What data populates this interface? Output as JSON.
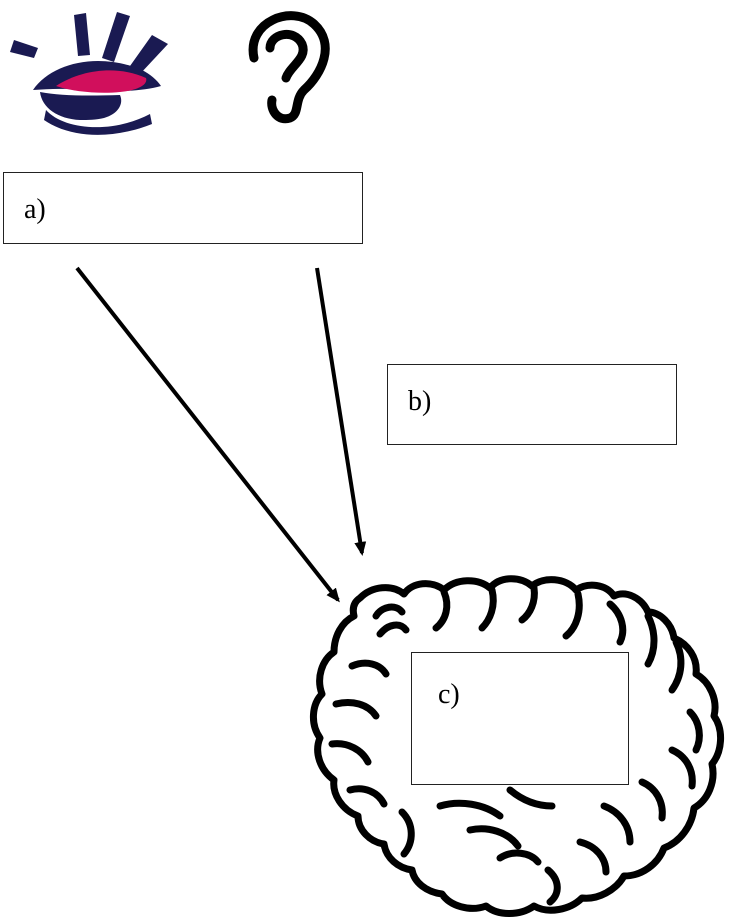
{
  "icons": {
    "eye": "eye-icon",
    "ear": "ear-icon",
    "brain": "brain-icon"
  },
  "colors": {
    "eye_dark": "#1a1a52",
    "eye_lid": "#d10f5c",
    "stroke": "#000000"
  },
  "boxes": {
    "a": {
      "label": "a)"
    },
    "b": {
      "label": "b)"
    },
    "c": {
      "label": "c)"
    }
  }
}
